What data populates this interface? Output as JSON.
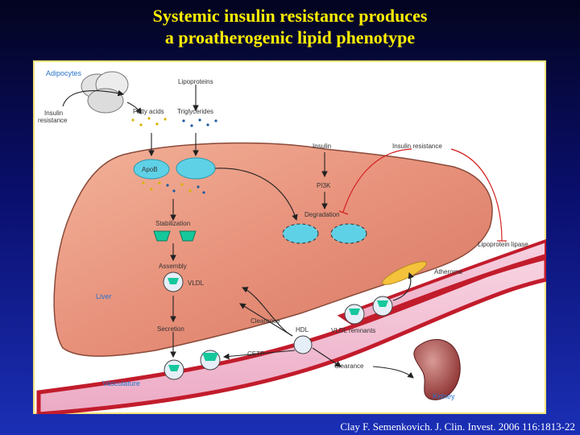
{
  "title": {
    "line1": "Systemic insulin resistance produces",
    "line2": "a proatherogenic lipid phenotype"
  },
  "citation": "Clay F. Semenkovich. J. Clin. Invest. 2006 116:1813-22",
  "diagram": {
    "adipocytes": "Adipocytes",
    "insulin_resistance_left_1": "Insulin",
    "insulin_resistance_left_2": "resistance",
    "fatty_acids": "Fatty acids",
    "lipoproteins": "Lipoproteins",
    "triglycerides": "Triglycerides",
    "apob": "ApoB",
    "insulin": "Insulin",
    "insulin_resistance_right": "Insulin resistance",
    "pi3k": "PI3K",
    "degradation": "Degradation",
    "stabilization": "Stabilization",
    "assembly": "Assembly",
    "vldl": "VLDL",
    "liver": "Liver",
    "lipoprotein_lipase": "Lipoprotein lipase",
    "atheroma": "Atheroma",
    "clearance_top": "Clearance",
    "hdl": "HDL",
    "vldl_remnants": "VLDL remnants",
    "secretion": "Secretion",
    "cetp": "CETP",
    "clearance_bottom": "Clearance",
    "vasculature": "Vasculature",
    "kidney": "Kidney"
  }
}
